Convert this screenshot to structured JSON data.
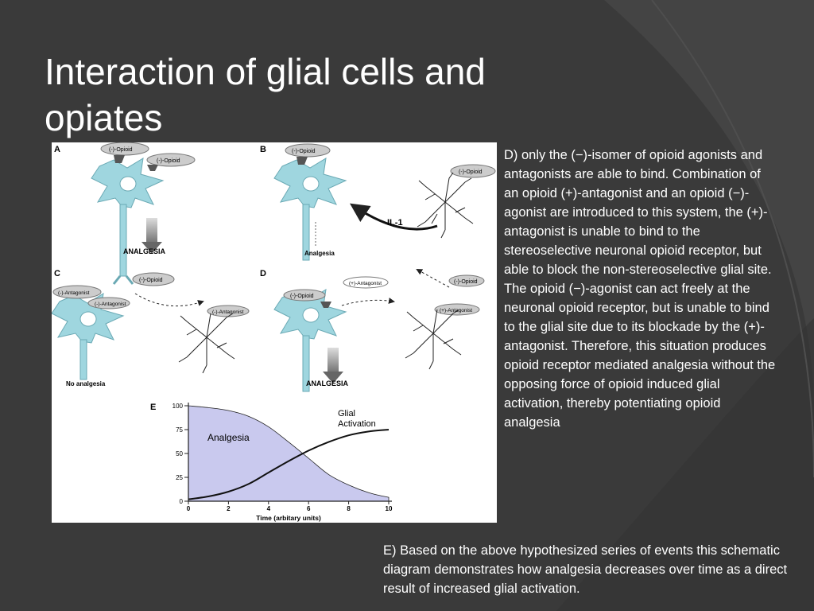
{
  "slide": {
    "title": "Interaction of glial cells and\nopiates",
    "description_d": "D)  only the (−)-isomer of opioid agonists and antagonists are able to bind. Combination of an opioid (+)-antagonist and an opioid (−)-agonist are introduced to this system, the (+)-antagonist is unable to bind to the stereoselective neuronal opioid receptor, but  able to block the non-stereoselective glial site. The opioid (−)-agonist can act freely at the neuronal opioid receptor, but is unable to bind to the glial site due to its blockade by the (+)-antagonist. Therefore, this situation produces opioid receptor mediated analgesia without the opposing force of opioid induced glial activation, thereby potentiating opioid analgesia",
    "description_e": "E) Based on the above hypothesized series of events this schematic diagram demonstrates how analgesia decreases over time as a direct result of increased glial activation."
  },
  "figure": {
    "panel_a": {
      "letter": "A",
      "pill1": "(-)-Opioid",
      "pill2": "(-)-Opioid",
      "outcome": "ANALGESIA"
    },
    "panel_b": {
      "letter": "B",
      "pill1": "(-)-Opioid",
      "pill2": "(-)-Opioid",
      "cytokine": "IL-1",
      "outcome": "Analgesia"
    },
    "panel_c": {
      "letter": "C",
      "pill_free": "(-)-Opioid",
      "pill_neuron": "(-)-Antagonist",
      "receptor_label": "(-)-Antagonist",
      "glial_label": "(-)-Antagonist",
      "outcome": "No analgesia"
    },
    "panel_d": {
      "letter": "D",
      "pill_top": "(+)-Antagonist",
      "pill_free": "(-)-Opioid",
      "pill_neuron": "(-)-Opioid",
      "glial_label": "(+)-Antagonist",
      "outcome": "ANALGESIA"
    },
    "panel_e": {
      "letter": "E"
    }
  },
  "chart_data": {
    "type": "line",
    "xlabel": "Time (arbitary units)",
    "ylabel": "",
    "xlim": [
      0,
      10
    ],
    "ylim": [
      0,
      100
    ],
    "xticks": [
      "0",
      "2",
      "4",
      "6",
      "8",
      "10"
    ],
    "yticks": [
      "0",
      "25",
      "50",
      "75",
      "100"
    ],
    "series": [
      {
        "name": "Analgesia",
        "fill": "#c9c9ee",
        "x": [
          0,
          1,
          2,
          3,
          4,
          5,
          6,
          7,
          8,
          9,
          10
        ],
        "y": [
          100,
          98,
          95,
          89,
          78,
          62,
          45,
          28,
          17,
          9,
          4
        ]
      },
      {
        "name": "Glial Activation",
        "x": [
          0,
          1,
          2,
          3,
          4,
          5,
          6,
          7,
          8,
          9,
          10
        ],
        "y": [
          2,
          5,
          10,
          18,
          30,
          42,
          53,
          62,
          69,
          73,
          75
        ]
      }
    ]
  }
}
